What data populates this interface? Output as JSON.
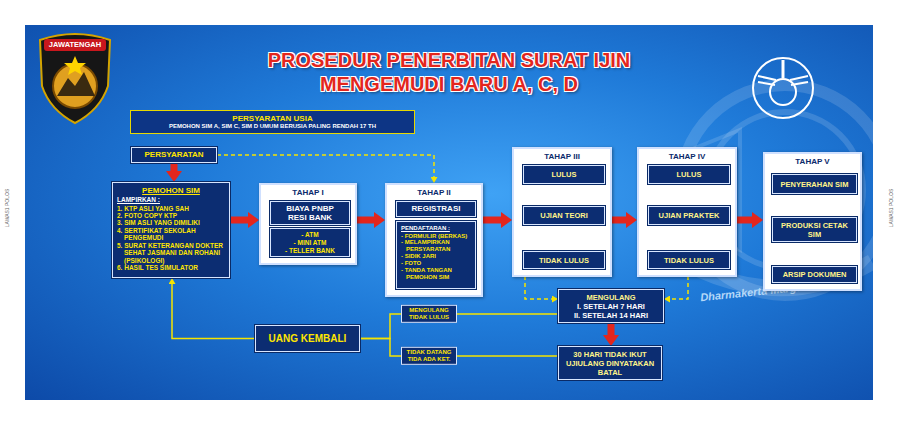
{
  "diagram": {
    "title": "PROSEDUR PENERBITAN SURAT IJIN MENGEMUDI BARU A, C, D",
    "nodes": [
      {
        "text": [
          "PERSYARATAN USIA",
          "PEMOHON SIM A, SIM C, SIM D UMUM BERUSIA PALING RENDAH 17 TH"
        ]
      },
      {
        "text": [
          "PERSYARATAN"
        ]
      },
      {
        "text": [
          "PEMOHON SIM",
          "LAMPIRKAN :",
          "1. KTP ASLI YANG SAH",
          "2. FOTO COPY KTP",
          "3. SIM ASLI YANG DIMILIKI",
          "4. SERTIFIKAT SEKOLAH PENGEMUDI",
          "5. SURAT KETERANGAN DOKTER SEHAT JASMANI DAN ROHANI (PSIKOLOGI)",
          "6. HASIL TES SIMULATOR"
        ]
      },
      {
        "text": [
          "TAHAP I"
        ]
      },
      {
        "text": [
          "BIAYA PNBP RESI BANK"
        ],
        "in": 3
      },
      {
        "text": [
          "- ATM",
          "- MINI ATM",
          "- TELLER BANK"
        ],
        "in": 3
      },
      {
        "text": [
          "TAHAP II"
        ]
      },
      {
        "text": [
          "REGISTRASI"
        ],
        "in": 6
      },
      {
        "text": [
          "PENDAFTARAN :",
          "- FORMULIR (BERKAS)",
          "- MELAMPIRKAN PERSYARATAN",
          "- SIDIK JARI",
          "- FOTO",
          "- TANDA TANGAN PEMOHON SIM"
        ],
        "in": 6
      },
      {
        "text": [
          "TAHAP III"
        ]
      },
      {
        "text": [
          "LULUS"
        ],
        "in": 9
      },
      {
        "text": [
          "UJIAN TEORI"
        ],
        "in": 9
      },
      {
        "text": [
          "TIDAK LULUS"
        ],
        "in": 9
      },
      {
        "text": [
          "TAHAP IV"
        ]
      },
      {
        "text": [
          "LULUS"
        ],
        "in": 13
      },
      {
        "text": [
          "UJIAN PRAKTEK"
        ],
        "in": 13
      },
      {
        "text": [
          "TIDAK LULUS"
        ],
        "in": 13
      },
      {
        "text": [
          "TAHAP V"
        ]
      },
      {
        "text": [
          "PENYERAHAN SIM"
        ],
        "in": 17
      },
      {
        "text": [
          "PRODUKSI CETAK SIM"
        ],
        "in": 17
      },
      {
        "text": [
          "ARSIP DOKUMEN"
        ],
        "in": 17
      },
      {
        "text": [
          "MENGULANG",
          "I. SETELAH 7 HARI",
          "II. SETELAH 14 HARI"
        ]
      },
      {
        "text": [
          "30 HARI TIDAK IKUT UJIULANG DINYATAKAN BATAL"
        ]
      },
      {
        "text": [
          "UANG KEMBALI"
        ]
      }
    ],
    "edges": [
      {
        "from": 1,
        "to": 2,
        "arrow": "to"
      },
      {
        "from": 1,
        "to": 6,
        "arrow": "to"
      },
      {
        "from": 2,
        "to": 3,
        "arrow": "to"
      },
      {
        "from": 3,
        "to": 6,
        "arrow": "to"
      },
      {
        "from": 6,
        "to": 9,
        "arrow": "to"
      },
      {
        "from": 9,
        "to": 13,
        "arrow": "to"
      },
      {
        "from": 13,
        "to": 17,
        "arrow": "to"
      },
      {
        "from": 11,
        "to": 10,
        "arrow": "to"
      },
      {
        "from": 11,
        "to": 12,
        "arrow": "to"
      },
      {
        "from": 15,
        "to": 14,
        "arrow": "to"
      },
      {
        "from": 15,
        "to": 16,
        "arrow": "to"
      },
      {
        "from": 19,
        "to": 18,
        "arrow": "to"
      },
      {
        "from": 19,
        "to": 20,
        "arrow": "to"
      },
      {
        "from": 12,
        "to": 21,
        "arrow": "to"
      },
      {
        "from": 16,
        "to": 21,
        "arrow": "to"
      },
      {
        "from": 21,
        "to": 22,
        "arrow": "to"
      },
      {
        "from": 21,
        "to": 23,
        "label": "MENGULANG TIDAK LULUS",
        "arrow": "none"
      },
      {
        "from": 22,
        "to": 23,
        "label": "TIDAK DATANG TIDA ADA KET.",
        "arrow": "none"
      },
      {
        "from": 23,
        "to": 2,
        "arrow": "to"
      }
    ],
    "labels": [
      "JAWATENGAH",
      "Dharmakerta Marga",
      "LAWAS1 POLOS",
      "LAWAS1 POLOS"
    ]
  }
}
